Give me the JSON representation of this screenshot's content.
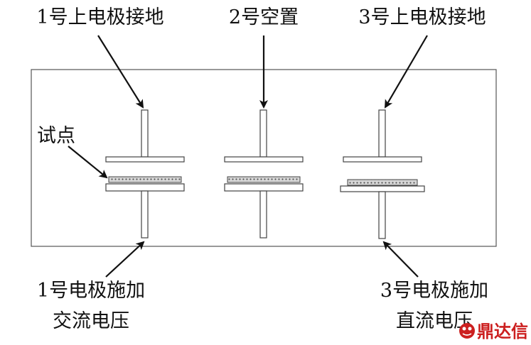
{
  "labels": {
    "top_left": "1号上电极接地",
    "top_middle": "2号空置",
    "top_right": "3号上电极接地",
    "sample": "试点",
    "bottom_left_line1": "1号电极施加",
    "bottom_left_line2": "交流电压",
    "bottom_right_line1": "3号电极施加",
    "bottom_right_line2": "直流电压"
  },
  "watermark": {
    "text": "鼎达信",
    "color": "#cc1f1f"
  },
  "colors": {
    "stroke": "#444444",
    "arrow": "#111111",
    "sample_fill": "#c8c8c8"
  }
}
